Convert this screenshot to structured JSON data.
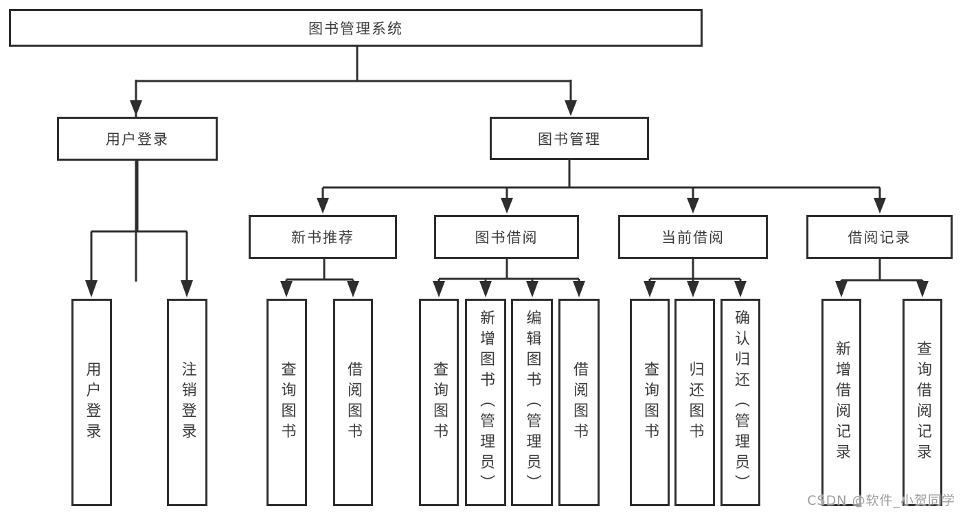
{
  "nodes": {
    "root": "图书管理系统",
    "level2": {
      "user_login": "用户登录",
      "book_mgmt": "图书管理"
    },
    "level3": {
      "new_book": "新书推荐",
      "borrow": "图书借阅",
      "current": "当前借阅",
      "record": "借阅记录"
    },
    "leaves": {
      "user_login": "用户登录",
      "logout": "注销登录",
      "nb_query": "查询图书",
      "nb_borrow": "借阅图书",
      "bb_query": "查询图书",
      "bb_add": "新增图书（管理员）",
      "bb_edit": "编辑图书（管理员）",
      "bb_borrow": "借阅图书",
      "cb_query": "查询图书",
      "cb_return": "归还图书",
      "cb_confirm": "确认归还（管理员）",
      "br_add": "新增借阅记录",
      "br_query": "查询借阅记录"
    }
  },
  "watermark": "CSDN @软件_小贺同学",
  "colors": {
    "line": "#2e2e2e",
    "text": "#3a3a3a",
    "watermark": "#9d9d9d",
    "background": "#ffffff"
  }
}
